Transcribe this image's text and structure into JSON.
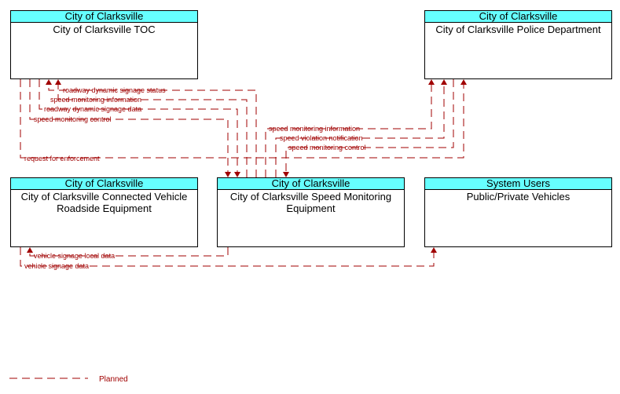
{
  "nodes": {
    "toc": {
      "header": "City of Clarksville",
      "title": "City of Clarksville TOC"
    },
    "police": {
      "header": "City of Clarksville",
      "title": "City of Clarksville Police Department"
    },
    "cv_rse": {
      "header": "City of Clarksville",
      "title": "City of Clarksville Connected Vehicle Roadside Equipment"
    },
    "speed_mon": {
      "header": "City of Clarksville",
      "title": "City of Clarksville Speed Monitoring Equipment"
    },
    "vehicles": {
      "header": "System Users",
      "title": "Public/Private Vehicles"
    }
  },
  "flows": {
    "roadway_dynamic_signage_status": "roadway dynamic signage status",
    "speed_monitoring_information_toc": "speed monitoring information",
    "roadway_dynamic_signage_data": "roadway dynamic signage data",
    "speed_monitoring_control_toc": "speed monitoring control",
    "speed_monitoring_information_police": "speed monitoring information",
    "speed_violation_notification": "speed violation notification",
    "speed_monitoring_control_police": "speed monitoring control",
    "request_for_enforcement": "request for enforcement",
    "vehicle_signage_local_data": "vehicle signage local data",
    "vehicle_signage_data": "vehicle signage data"
  },
  "legend": {
    "planned": "Planned"
  },
  "colors": {
    "header_fill": "#66ffff",
    "flow_planned": "#a00000"
  }
}
